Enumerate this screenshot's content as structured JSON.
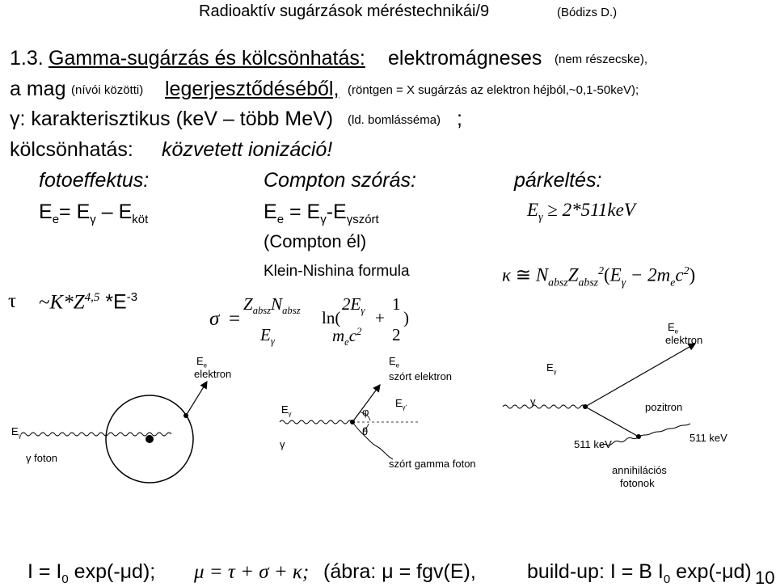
{
  "header": {
    "title": "Radioaktív sugárzások méréstechnikái/9",
    "author": "(Bódizs D.)"
  },
  "intro": {
    "line1_num": "1.3.",
    "line1_head": "Gamma-sugárzás és kölcsönhatás:",
    "line1_rest": "elektromágneses",
    "line1_small": "(nem részecske),",
    "line2_a": "a mag",
    "line2_small1": "(nívói közötti)",
    "line2_b": "legerjesztődéséből,",
    "line2_small2": "(röntgen = X sugárzás az elektron héjból,~0,1-50keV);",
    "line3_a": "γ: karakterisztikus (keV – több MeV)",
    "line3_small": "(ld. bomlásséma)",
    "line3_end": ";",
    "line4_a": "kölcsönhatás:",
    "line4_b": "közvetett ionizáció!"
  },
  "columns": {
    "photo_title": "fotoeffektus:",
    "compton_title": "Compton szórás:",
    "pair_title": "párkeltés:"
  },
  "photo": {
    "E": "E",
    "e": "e",
    "eq": "= E",
    "g": "γ",
    "minus": "– E",
    "kot": "köt",
    "tau": "τ",
    "approx": "~",
    "KZ": "K*Z",
    "exp1": "4,5",
    "times": "*E",
    "exp2": "-3",
    "diag_Ee": "E",
    "diag_Ee_sub": "e",
    "diag_elektron": "elektron",
    "diag_Eg": "E",
    "diag_Eg_sub": "γ",
    "diag_foton": "γ foton"
  },
  "compton": {
    "E": "E",
    "e": "e",
    "eq": "= E",
    "g": "γ",
    "dash": "-E",
    "szort": "γszórt",
    "note": "(Compton él)",
    "kn": "Klein-Nishina formula",
    "sigma": "σ",
    "eqsign": "=",
    "Z": "Z",
    "absz1": "absz",
    "N": "N",
    "absz2": "absz",
    "Eg": "E",
    "g2": "γ",
    "ln": "ln(",
    "twoE": "2E",
    "g3": "γ",
    "m": "m",
    "e2": "e",
    "c": "c",
    "two": "2",
    "plus": "+",
    "one": "1",
    "twodiv": "2",
    "close": ")",
    "diag_Ee": "E",
    "diag_Ee_sub": "e",
    "diag_szort": "szórt elektron",
    "diag_Eg": "E",
    "diag_Eg_sub": "γ",
    "diag_phi": "φ",
    "diag_theta": "θ",
    "diag_gamma": "γ",
    "diag_Eg2": "E",
    "diag_Eg2_sub": "γ'",
    "diag_szort_gamma": "szórt gamma foton"
  },
  "pair": {
    "E": "E",
    "g": "γ",
    "geq": "≥",
    "rhs": "2*511keV",
    "kappa": "κ",
    "approx": "≅",
    "N": "N",
    "absz1": "absz",
    "Z": "Z",
    "absz2": "absz",
    "sq": "2",
    "open": "(",
    "E2": "E",
    "g2": "γ",
    "minus": "− 2m",
    "e": "e",
    "c": "c",
    "sq2": "2",
    "close": ")",
    "diag_Ee": "E",
    "diag_Ee_sub": "e",
    "diag_elektron": "elektron",
    "diag_Eg": "E",
    "diag_Eg_sub": "γ",
    "diag_gamma": "γ",
    "diag_pozitron": "pozitron",
    "diag_511a": "511 keV",
    "diag_511b": "511 keV",
    "diag_annih": "annihilációs",
    "diag_fotonok": "fotonok"
  },
  "footer": {
    "f1": "I = I",
    "f1_sub": "0",
    "f1_b": " exp(-μd);",
    "f2": "μ = τ + σ + κ;",
    "f3": "(ábra: μ = fgv(E),",
    "f4": "build-up: I = B I",
    "f4_sub": "0",
    "f4_b": " exp(-μd)",
    "page": "10"
  }
}
